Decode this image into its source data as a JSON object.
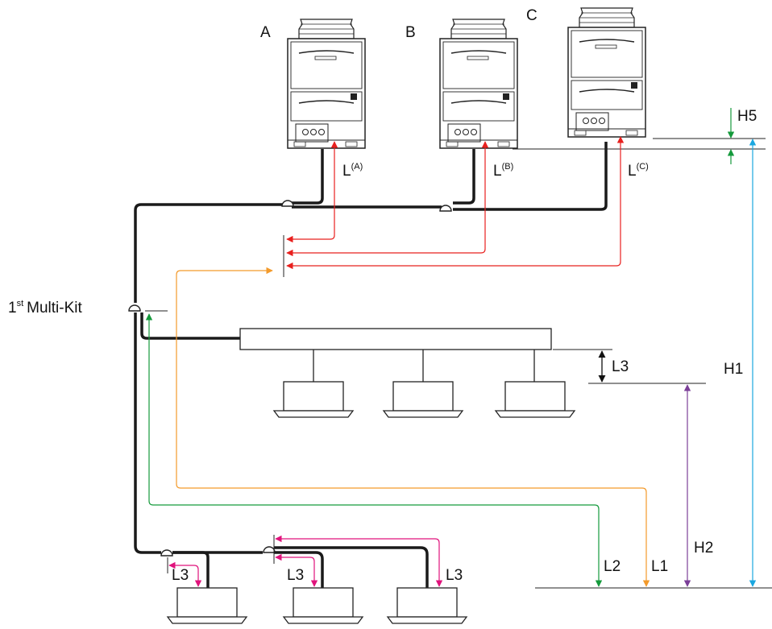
{
  "outdoor_units": [
    {
      "id": "A",
      "label": "A",
      "pipe_label": "L",
      "pipe_sup": "(A)"
    },
    {
      "id": "B",
      "label": "B",
      "pipe_label": "L",
      "pipe_sup": "(B)"
    },
    {
      "id": "C",
      "label": "C",
      "pipe_label": "L",
      "pipe_sup": "(C)"
    }
  ],
  "multi_kit": {
    "prefix": "1",
    "sup": "st",
    "text": "Multi-Kit"
  },
  "dimensions": {
    "H1": "H1",
    "H2": "H2",
    "H5": "H5",
    "L1": "L1",
    "L2": "L2",
    "L3_upper": "L3",
    "L3_bottom_left": "L3",
    "L3_bottom_mid": "L3",
    "L3_bottom_right": "L3"
  },
  "colors": {
    "pipe": "#1a1a1a",
    "L_red": "#e8201e",
    "L1_orange": "#f39a2b",
    "L2_green": "#159a3c",
    "H1_blue": "#1aa7e0",
    "H2_purple": "#7b3f98",
    "H5_green": "#159a3c",
    "L3_magenta": "#e0137c"
  },
  "icons": [
    "outdoor-unit-icon",
    "cassette-indoor-unit-icon",
    "y-joint-icon",
    "arrow-icon"
  ]
}
